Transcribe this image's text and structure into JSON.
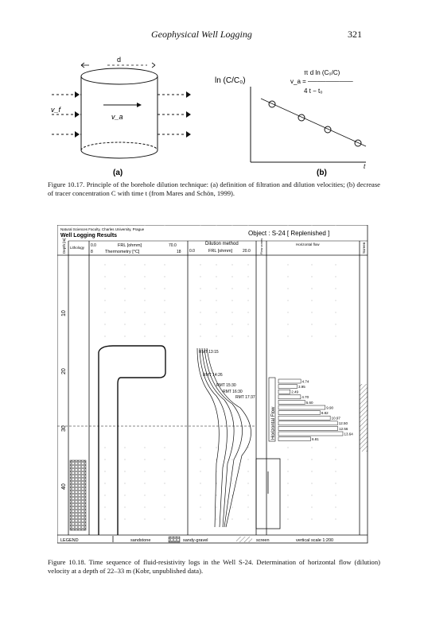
{
  "header": {
    "title": "Geophysical Well Logging",
    "page_number": "321"
  },
  "figure_10_17": {
    "panel_a": {
      "label_d": "d",
      "label_vf": "v_f",
      "label_va": "v_a",
      "panel_label": "(a)"
    },
    "panel_b": {
      "ylabel": "ln (C/C₀)",
      "formula_line1": "π d    ln (C₀/C)",
      "formula_line2": "v_a = ──────────",
      "formula_line3": "4      t − t₀",
      "xlabel": "t",
      "panel_label": "(b)"
    },
    "caption": "Figure 10.17.  Principle of the borehole dilution technique: (a) definition of filtration and dilution velocities; (b) decrease of tracer concentration C with time t (from Mares and Schön, 1999)."
  },
  "figure_10_18": {
    "institution": "Natural Sciences Faculty, Charles University, Prague",
    "log_title": "Well Logging Results",
    "object_label": "Object : S-24  [ Replenished ]",
    "col_depth": "Depth [m]",
    "col_lithology": "Lithology",
    "frl_label": "FRL [ohmm]",
    "frl_min": "0.0",
    "frl_max": "70.0",
    "thermo_label": "Thermometry [°C]",
    "thermo_min": "8",
    "thermo_max": "18",
    "dilution_label": "Dilution method",
    "dilution_scale_label": "FRL [ohmm]",
    "dilution_min": "0.0",
    "dilution_max": "20.0",
    "flow_col_label": "Flow zones",
    "hflow_header": "Horizontal flow",
    "screen_label": "Screen",
    "depth_ticks": [
      "10",
      "20",
      "30",
      "40"
    ],
    "curve_labels": [
      "RMT 13:15",
      "RMT 14:26",
      "RMT 15:30",
      "RMT 16:30",
      "RMT 17:37"
    ],
    "flow_label": "Horizontal Flow",
    "velocities": [
      "4.74",
      "3.95",
      "2.49",
      "4.70",
      "5.60",
      "9.90",
      "8.82",
      "10.97",
      "12.50",
      "12.56",
      "13.64",
      "6.81"
    ],
    "legend": {
      "title": "LEGEND",
      "item1": "sandstone",
      "item2": "sandy-gravel",
      "item3": "screen",
      "scale": "vertical scale 1:200"
    },
    "caption": "Figure 10.18.  Time sequence of fluid-resistivity logs in the Well S-24. Determination of horizontal flow (dilution) velocity at a depth of 22–33 m (Kobr, unpublished data)."
  }
}
